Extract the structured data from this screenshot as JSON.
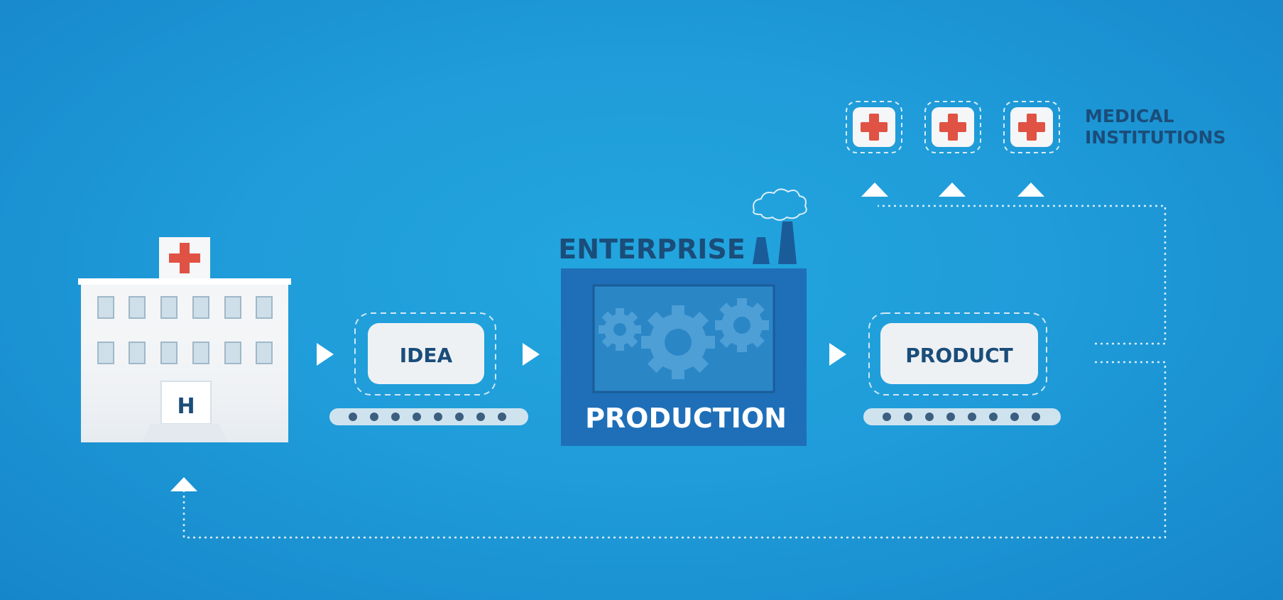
{
  "colors": {
    "background": "#1f9cd9",
    "factory": "#1e6fb8",
    "factory_panel": "#2b86c6",
    "gear": "#4d9fd6",
    "dark_text": "#1a4d7a",
    "cross_red": "#e05243",
    "white": "#ffffff"
  },
  "labels": {
    "idea": "IDEA",
    "enterprise": "ENTERPRISE",
    "production": "PRODUCTION",
    "product": "PRODUCT",
    "medical_line1": "MEDICAL",
    "medical_line2": "INSTITUTIONS",
    "hospital_door": "H"
  },
  "icons": [
    "hospital-icon",
    "red-cross-icon",
    "gear-icon",
    "factory-icon",
    "smoke-cloud-icon",
    "conveyor-belt-icon",
    "arrow-right-icon",
    "arrow-up-icon"
  ]
}
